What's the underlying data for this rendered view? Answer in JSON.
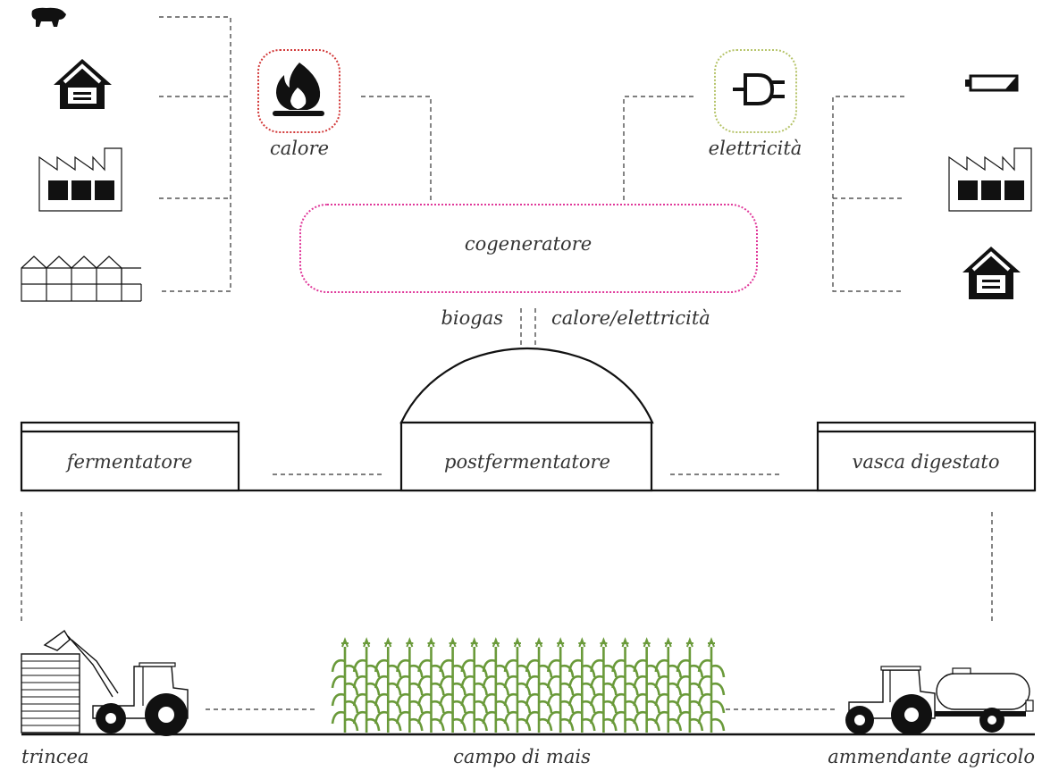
{
  "labels": {
    "calore": "calore",
    "elettricita": "elettricità",
    "cogeneratore": "cogeneratore",
    "biogas": "biogas",
    "calore_elettricita": "calore/elettricità",
    "fermentatore": "fermentatore",
    "postfermentatore": "postfermentatore",
    "vasca_digestato": "vasca digestato",
    "trincea": "trincea",
    "campo_di_mais": "campo di mais",
    "ammendante_agricolo": "ammendante agricolo"
  },
  "colors": {
    "ink": "#111111",
    "text": "#333333",
    "calore_border": "#d23a3a",
    "elettricita_border": "#b6c46a",
    "cogeneratore_border": "#e0389a",
    "corn_green": "#6a9a3a"
  },
  "icons": {
    "heat_consumers": [
      "pig-icon",
      "house-icon",
      "factory-icon",
      "greenhouse-icon"
    ],
    "electricity_consumers": [
      "battery-icon",
      "factory-icon",
      "house-icon"
    ],
    "calore": "flame-icon",
    "elettricita": "plug-icon",
    "bottom_left": "loader-tractor-icon",
    "bottom_center": "corn-field-icon",
    "bottom_right": "tanker-tractor-icon"
  }
}
